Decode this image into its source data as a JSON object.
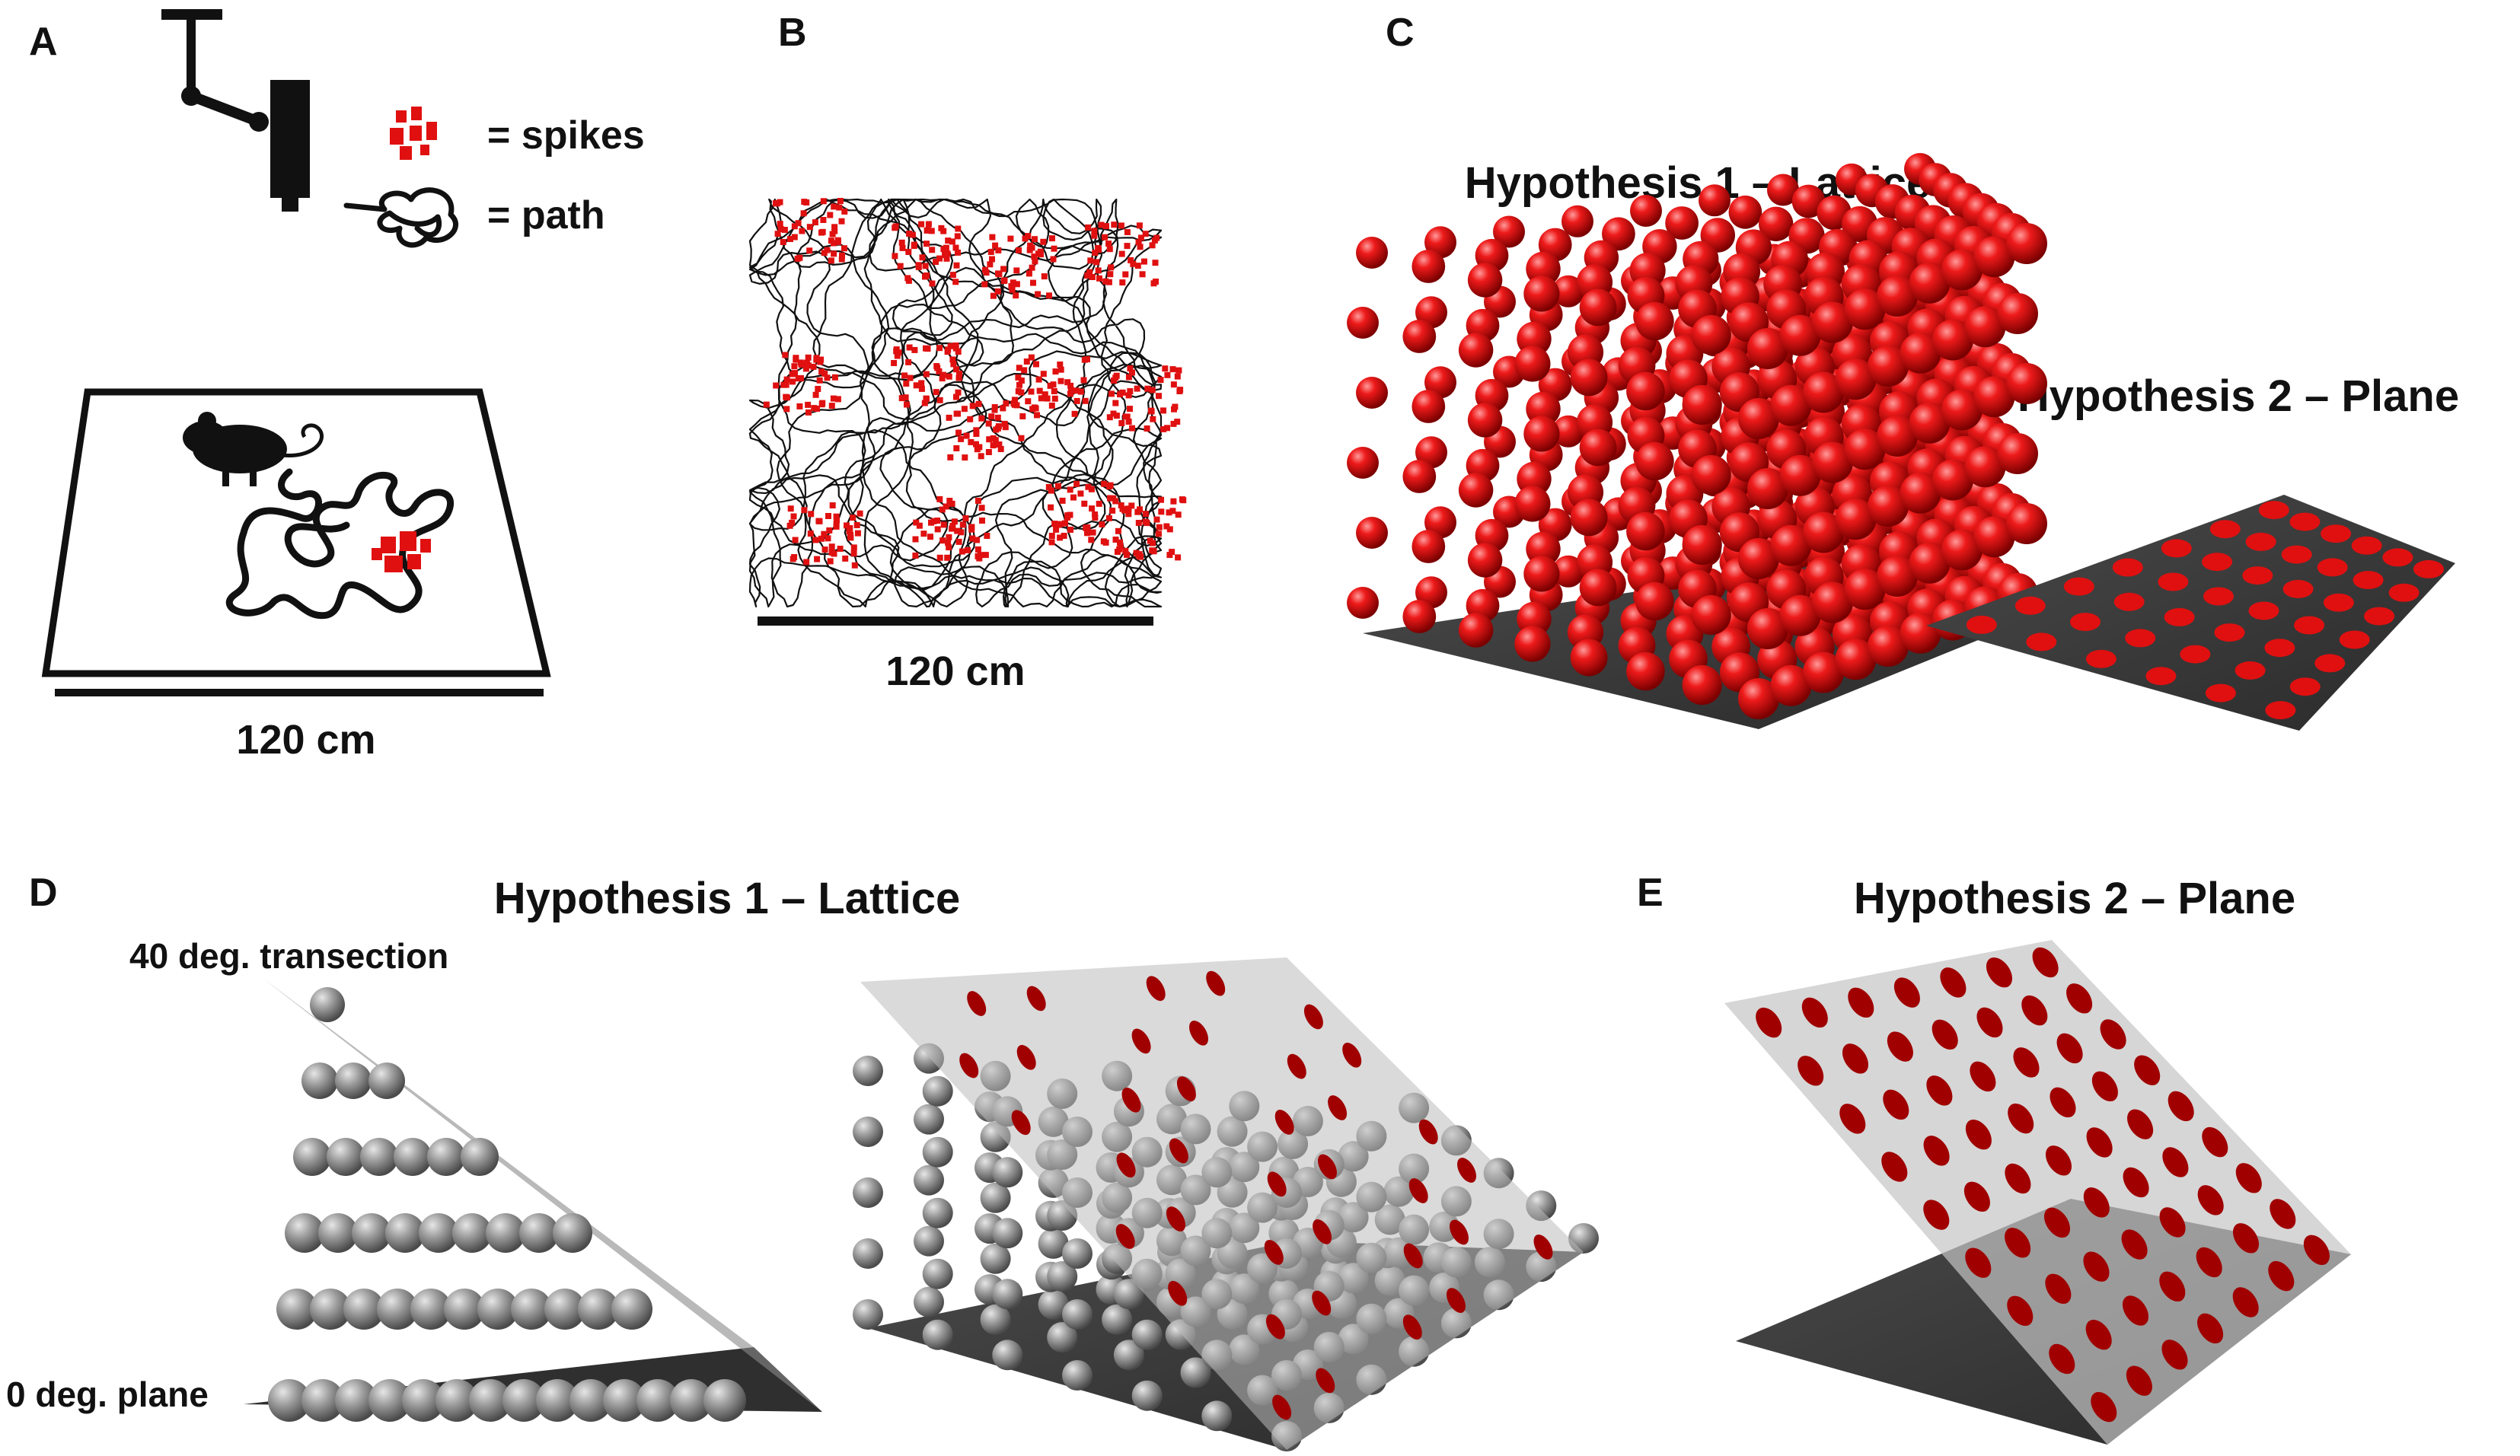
{
  "panels": {
    "a": {
      "letter": "A",
      "legend_spikes": "= spikes",
      "legend_path": "= path",
      "scale_label": "120 cm"
    },
    "b": {
      "letter": "B",
      "scale_label": "120 cm"
    },
    "c": {
      "letter": "C",
      "title_lattice": "Hypothesis 1 – Lattice",
      "title_plane": "Hypothesis 2 – Plane"
    },
    "d": {
      "letter": "D",
      "title": "Hypothesis 1 – Lattice",
      "label_top": "40 deg. transection",
      "label_bottom": "0 deg. plane"
    },
    "e": {
      "letter": "E",
      "title": "Hypothesis 2 – Plane"
    }
  },
  "colors": {
    "spike": "#e01010",
    "field": "#a00000",
    "floor": "#3a3a3a",
    "sphere_gray": "#9a9a9a",
    "path": "#111111"
  }
}
